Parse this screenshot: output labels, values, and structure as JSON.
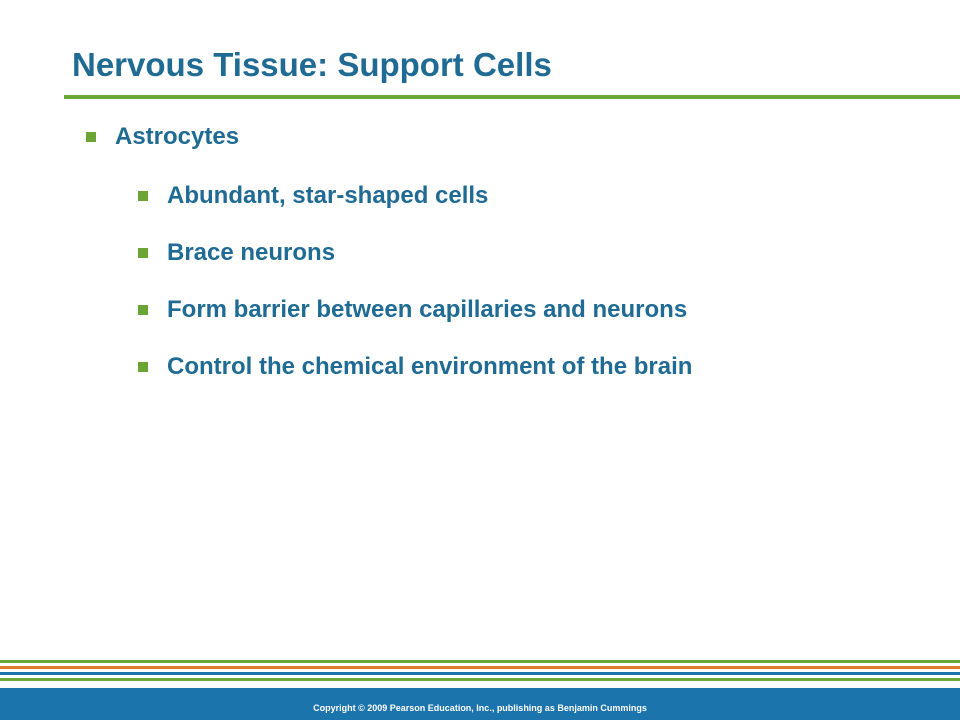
{
  "slide": {
    "title": "Nervous Tissue: Support Cells",
    "bullets": [
      {
        "level": 1,
        "text": "Astrocytes"
      },
      {
        "level": 2,
        "text": "Abundant, star-shaped cells"
      },
      {
        "level": 2,
        "text": "Brace neurons"
      },
      {
        "level": 2,
        "text": "Form barrier between capillaries and neurons"
      },
      {
        "level": 2,
        "text": "Control the chemical environment of the brain"
      }
    ]
  },
  "footer": {
    "copyright": "Copyright © 2009 Pearson Education, Inc., publishing as Benjamin Cummings"
  },
  "colors": {
    "title": "#1f6b93",
    "accent_green": "#6aa535",
    "stripe_orange": "#e07a2a",
    "stripe_blue": "#1c74ad",
    "footer_bar": "#1c74ad"
  }
}
